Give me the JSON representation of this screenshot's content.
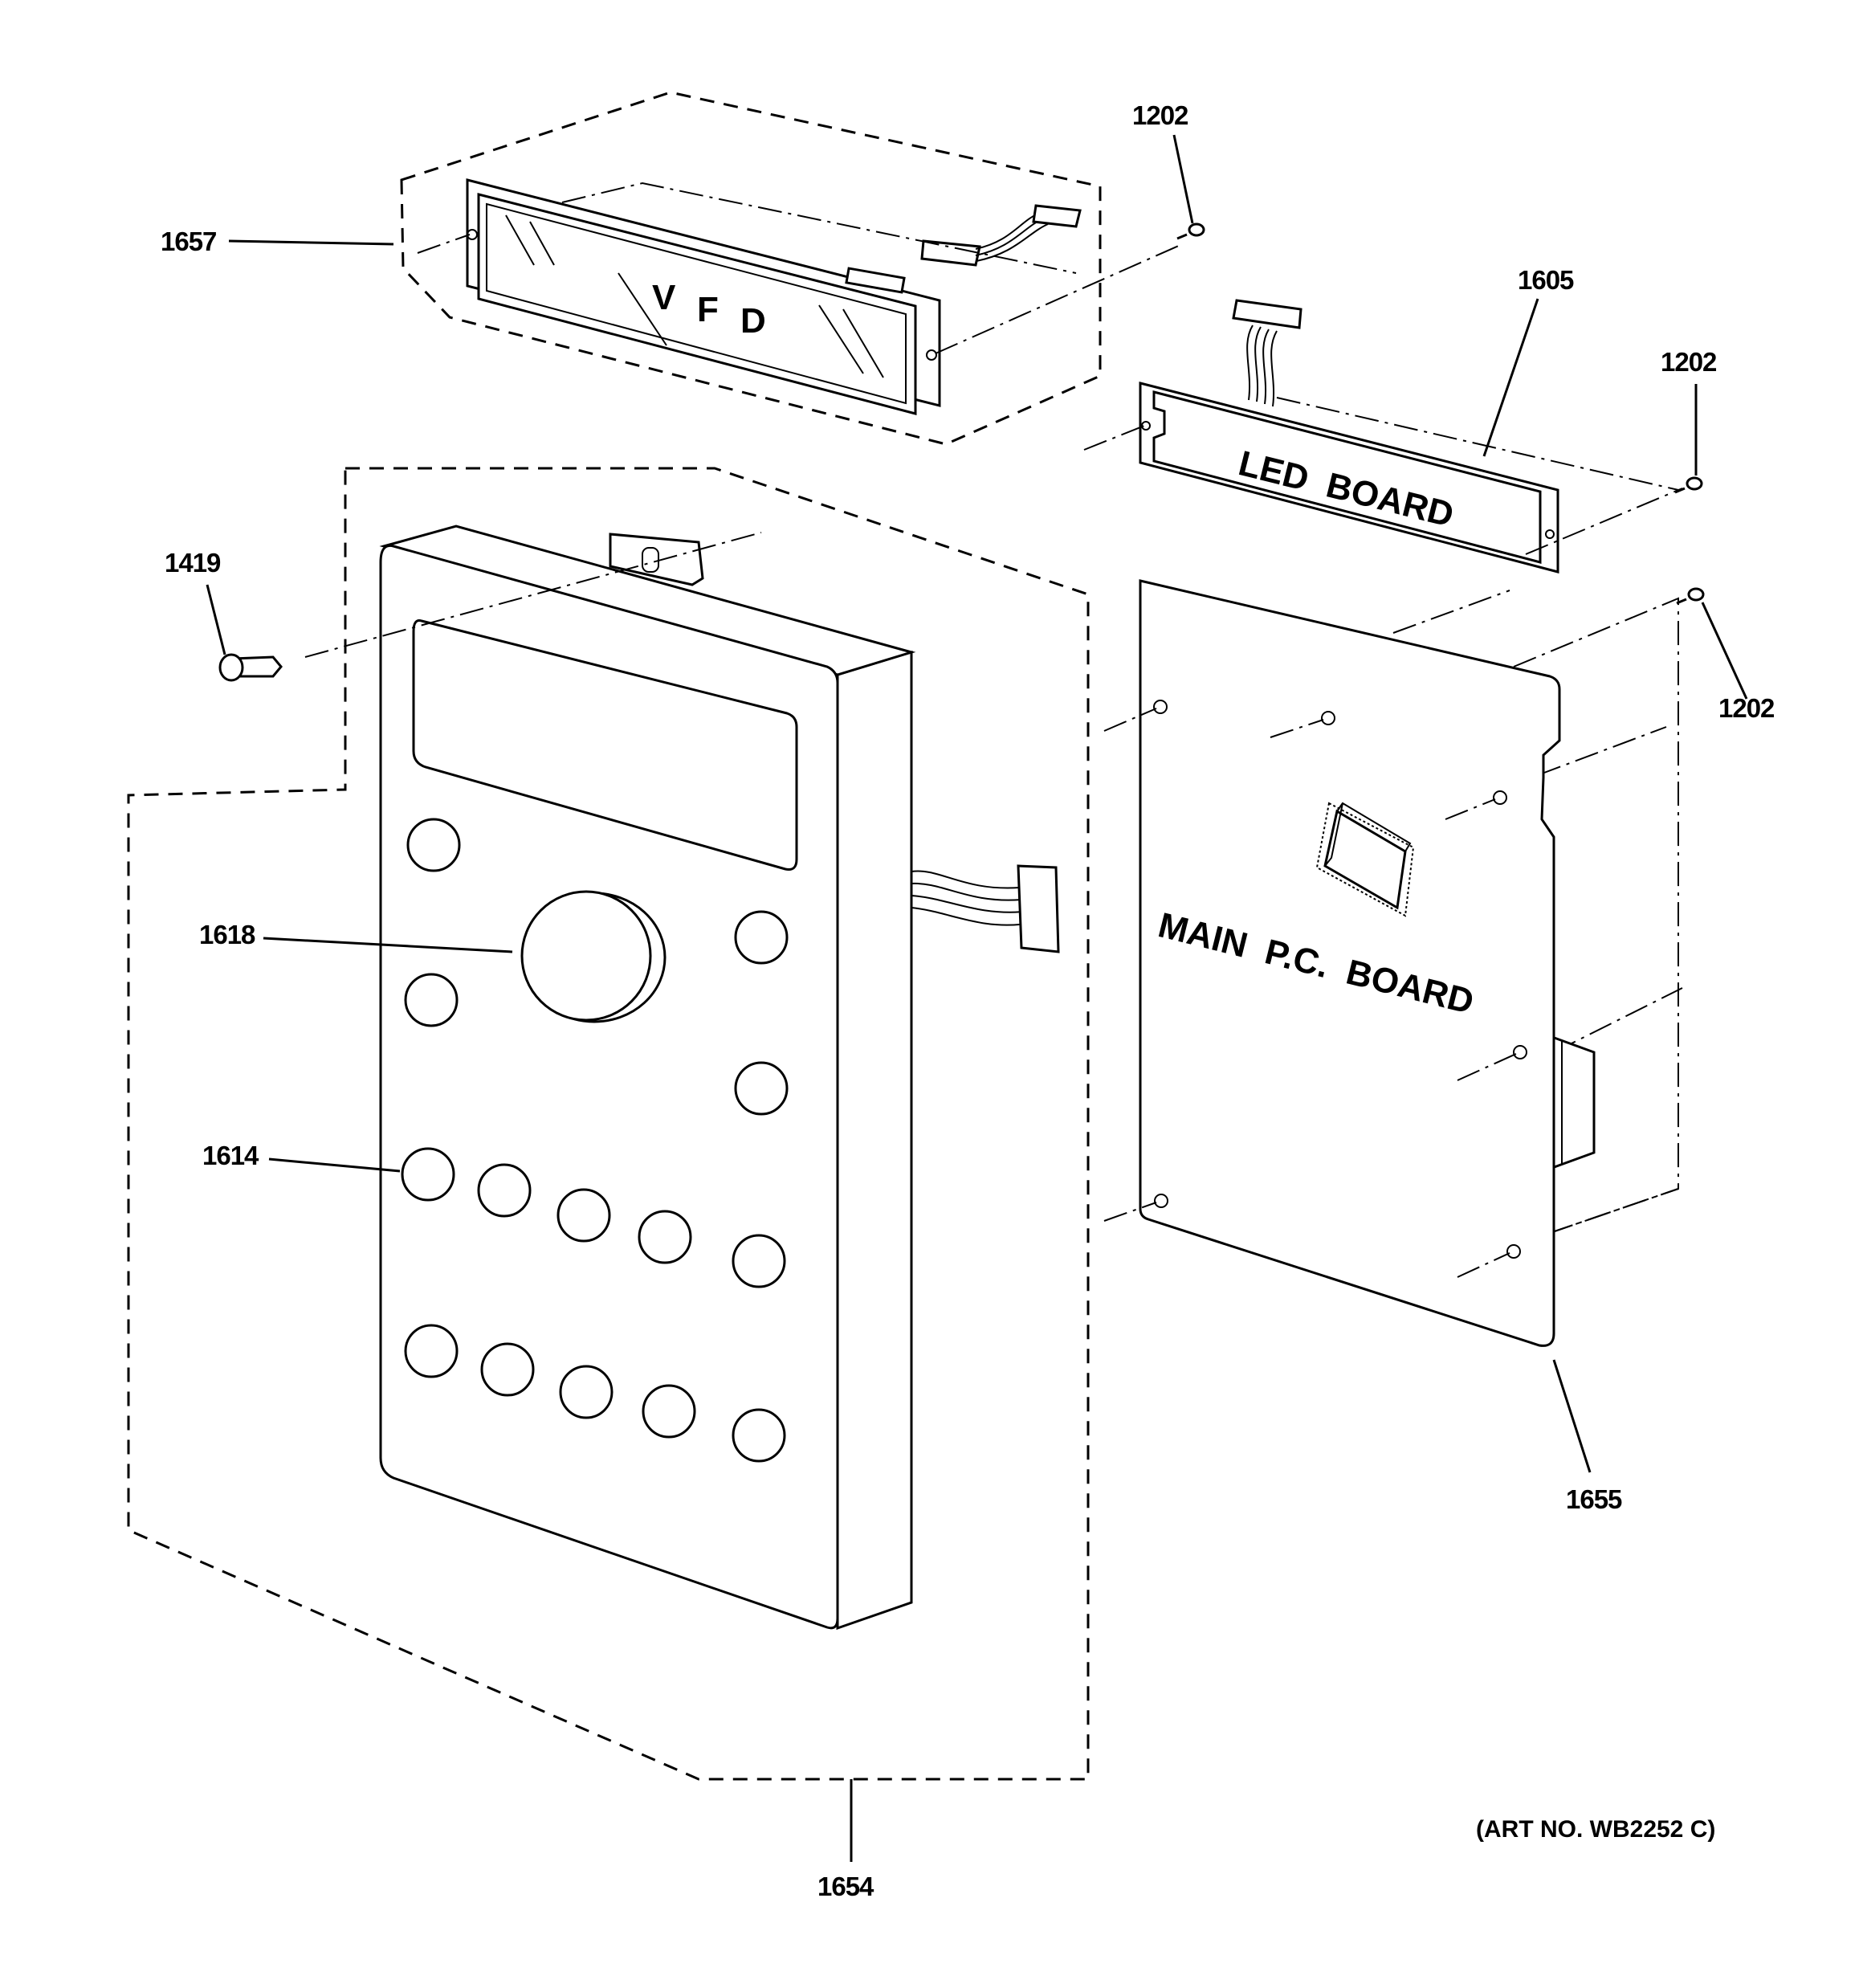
{
  "callouts": {
    "c1657": "1657",
    "c1202_top": "1202",
    "c1605": "1605",
    "c1202_mid": "1202",
    "c1419": "1419",
    "c1202_right": "1202",
    "c1618": "1618",
    "c1614": "1614",
    "c1655": "1655",
    "c1654": "1654"
  },
  "labels": {
    "vfd_v": "V",
    "vfd_f": "F",
    "vfd_d": "D",
    "led_board": "LED  BOARD",
    "main_pc_board": "MAIN  P.C.  BOARD"
  },
  "art_number": "(ART NO. WB2252 C)"
}
